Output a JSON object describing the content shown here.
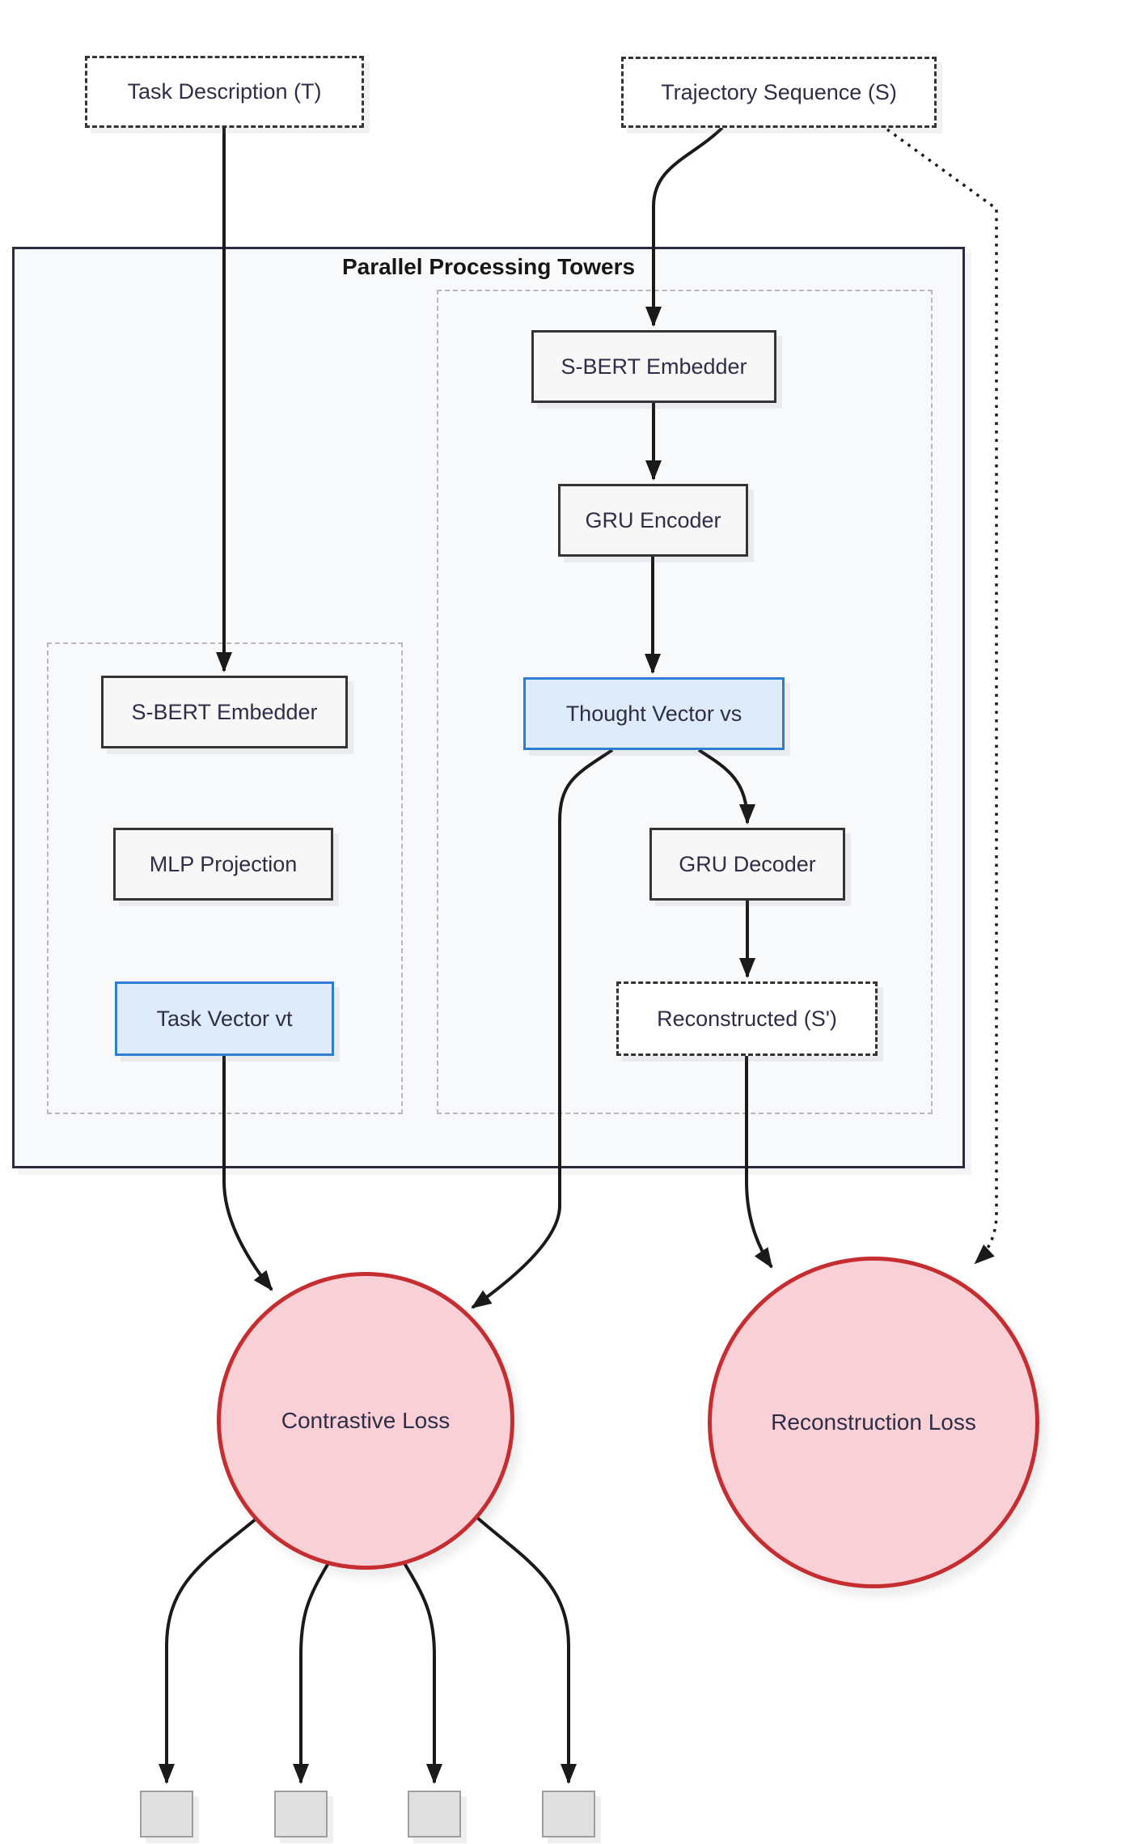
{
  "diagram": {
    "container_title": "Parallel Processing Towers",
    "inputs": {
      "task_description": {
        "label": "Task Description (T)"
      },
      "trajectory_sequence": {
        "label": "Trajectory Sequence (S)"
      }
    },
    "left_tower": {
      "sbert_embedder": {
        "label": "S-BERT Embedder"
      },
      "mlp_projection": {
        "label": "MLP Projection"
      },
      "task_vector": {
        "label": "Task Vector vt"
      }
    },
    "right_tower": {
      "sbert_embedder": {
        "label": "S-BERT Embedder"
      },
      "gru_encoder": {
        "label": "GRU Encoder"
      },
      "thought_vector": {
        "label": "Thought Vector vs"
      },
      "gru_decoder": {
        "label": "GRU Decoder"
      },
      "reconstructed": {
        "label": "Reconstructed (S')"
      }
    },
    "losses": {
      "contrastive": {
        "label": "Contrastive Loss"
      },
      "reconstruction": {
        "label": "Reconstruction Loss"
      }
    },
    "outputs": {
      "square_count": 4
    },
    "edges": [
      {
        "from": "task_description",
        "to": "sbert_embedder_left",
        "style": "solid"
      },
      {
        "from": "trajectory_sequence",
        "to": "sbert_embedder_right",
        "style": "solid"
      },
      {
        "from": "trajectory_sequence",
        "to": "reconstruction_loss",
        "style": "dotted"
      },
      {
        "from": "sbert_embedder_right",
        "to": "gru_encoder",
        "style": "solid"
      },
      {
        "from": "gru_encoder",
        "to": "thought_vector",
        "style": "solid"
      },
      {
        "from": "thought_vector",
        "to": "gru_decoder",
        "style": "solid"
      },
      {
        "from": "thought_vector",
        "to": "contrastive_loss",
        "style": "solid"
      },
      {
        "from": "gru_decoder",
        "to": "reconstructed",
        "style": "solid"
      },
      {
        "from": "reconstructed",
        "to": "reconstruction_loss",
        "style": "solid"
      },
      {
        "from": "sbert_embedder_left",
        "to": "mlp_projection",
        "style": "solid"
      },
      {
        "from": "mlp_projection",
        "to": "task_vector",
        "style": "solid"
      },
      {
        "from": "task_vector",
        "to": "contrastive_loss",
        "style": "solid"
      },
      {
        "from": "contrastive_loss",
        "to": "output_square_1",
        "style": "solid"
      },
      {
        "from": "contrastive_loss",
        "to": "output_square_2",
        "style": "solid"
      },
      {
        "from": "contrastive_loss",
        "to": "output_square_3",
        "style": "solid"
      },
      {
        "from": "contrastive_loss",
        "to": "output_square_4",
        "style": "solid"
      }
    ],
    "colors": {
      "node_border": "#343434",
      "node_fill": "#f7f7f7",
      "blue_border": "#2d7dd2",
      "blue_fill": "#ddebfa",
      "loss_fill": "#f9d0d6",
      "loss_border": "#c62d31",
      "container_border": "#2b2b40",
      "container_fill": "#f8f9fb",
      "subgroup_border": "#b9b9bd",
      "arrow": "#1a1a1a",
      "square_fill": "#e0e0e0",
      "square_border": "#9e9e9e",
      "text": "#2e2e48",
      "title": "#161616"
    }
  }
}
